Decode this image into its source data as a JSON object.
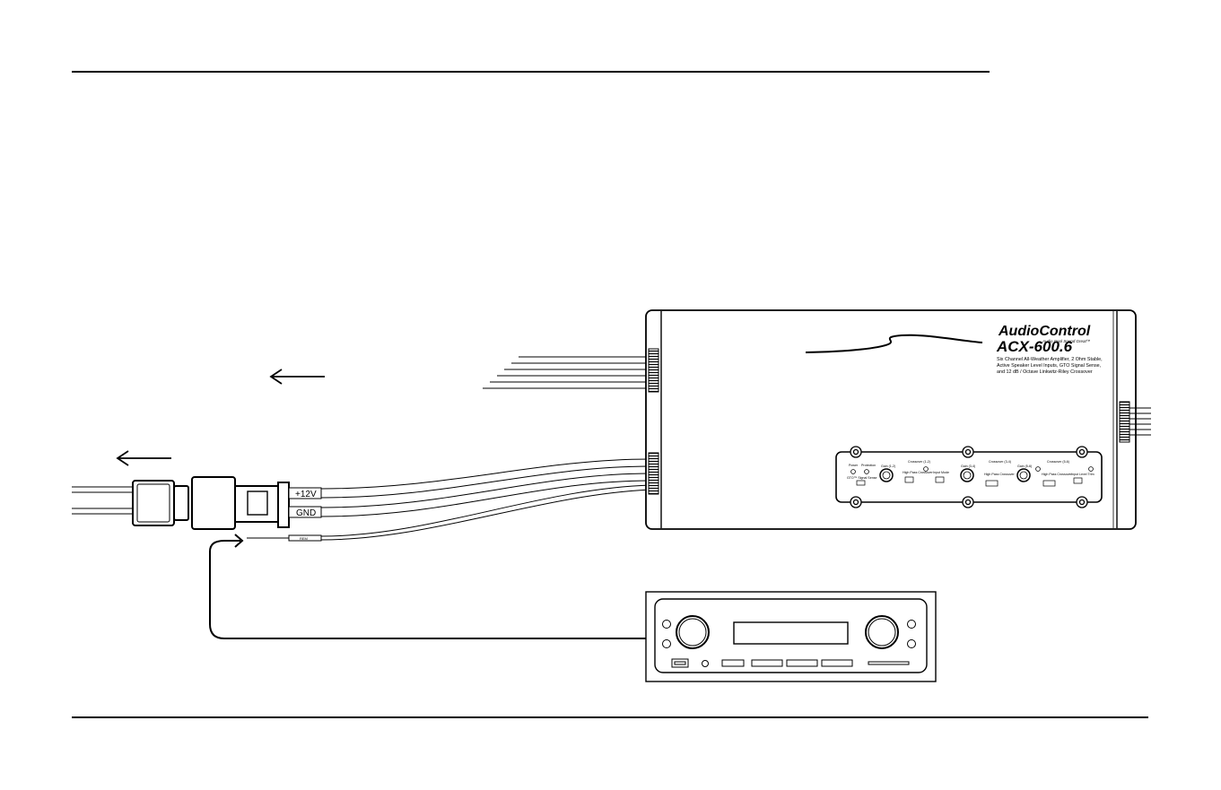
{
  "wires": {
    "power": "+12V",
    "ground": "GND",
    "remote": "REM"
  },
  "amplifier": {
    "brand": "AudioControl",
    "tagline": "Audio Cool Sound Great™",
    "model": "ACX-600.6",
    "description": [
      "Six Channel All-Weather Amplifier, 2 Ohm Stable,",
      "Active Speaker Level Inputs, GTO Signal Sense,",
      "and 12 dB / Octave Linkwitz-Riley Crossover"
    ],
    "panel": {
      "power": "Power",
      "protection": "Protection",
      "gto": "GTO™ Signal Sense",
      "section_12": "Crossover (1-2)",
      "section_34": "Crossover (3-4)",
      "section_56": "Crossover (5-6)",
      "gain_12": "Gain (1-2)",
      "gain_34": "Gain (3-4)",
      "gain_56": "Gain (5-6)",
      "high_pass": "High Pass Crossover",
      "input_mode": "Input Mode",
      "input_level": "Input Level Trim"
    }
  },
  "colors": {
    "ink": "#000000",
    "background": "#ffffff"
  }
}
